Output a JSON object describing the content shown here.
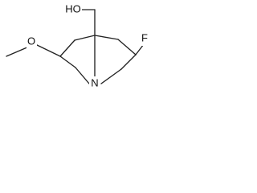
{
  "molecule": {
    "atom_labels": {
      "hydroxyl": "HO",
      "fluorine": "F",
      "oxygen": "O",
      "nitrogen": "N"
    },
    "atom_color": "#111111",
    "bond_color": "#222222",
    "background": "#ffffff"
  }
}
